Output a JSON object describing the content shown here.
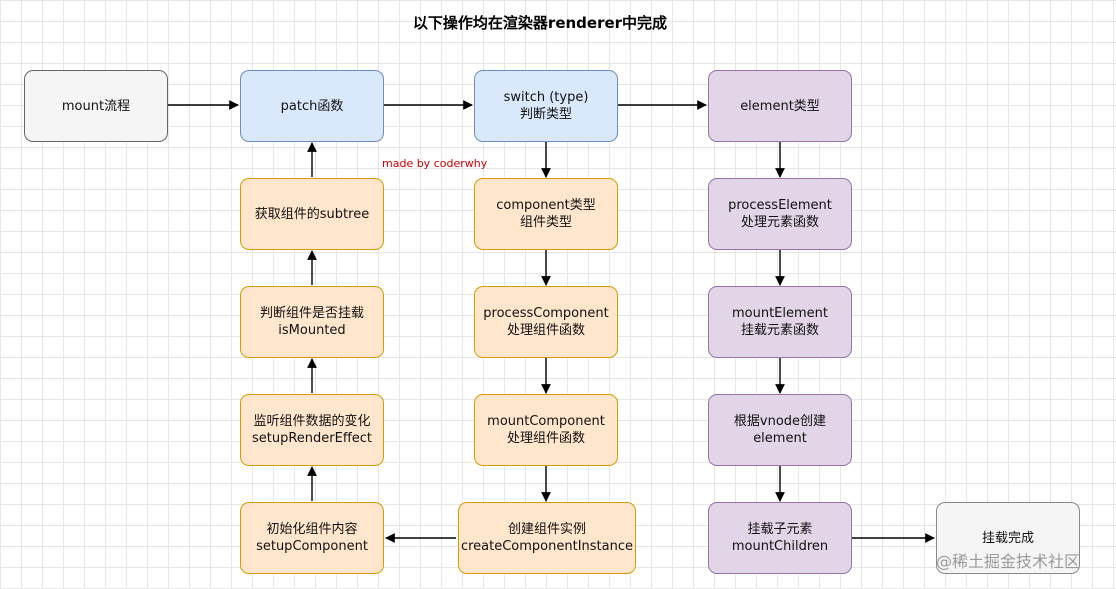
{
  "title": "以下操作均在渲染器renderer中完成",
  "credit": "made by coderwhy",
  "watermark": "@稀土掘金技术社区",
  "nodes": {
    "mount_flow": {
      "line1": "mount流程",
      "line2": ""
    },
    "patch": {
      "line1": "patch函数",
      "line2": ""
    },
    "switch_type": {
      "line1": "switch (type)",
      "line2": "判断类型"
    },
    "element_type": {
      "line1": "element类型",
      "line2": ""
    },
    "get_subtree": {
      "line1": "获取组件的subtree",
      "line2": ""
    },
    "is_mounted": {
      "line1": "判断组件是否挂载",
      "line2": "isMounted"
    },
    "setup_render_effect": {
      "line1": "监听组件数据的变化",
      "line2": "setupRenderEffect"
    },
    "setup_component": {
      "line1": "初始化组件内容",
      "line2": "setupComponent"
    },
    "component_type": {
      "line1": "component类型",
      "line2": "组件类型"
    },
    "process_component": {
      "line1": "processComponent",
      "line2": "处理组件函数"
    },
    "mount_component": {
      "line1": "mountComponent",
      "line2": "处理组件函数"
    },
    "create_instance": {
      "line1": "创建组件实例",
      "line2": "createComponentInstance"
    },
    "process_element": {
      "line1": "processElement",
      "line2": "处理元素函数"
    },
    "mount_element": {
      "line1": "mountElement",
      "line2": "挂载元素函数"
    },
    "create_element": {
      "line1": "根据vnode创建",
      "line2": "element"
    },
    "mount_children": {
      "line1": "挂载子元素",
      "line2": "mountChildren"
    },
    "mount_done": {
      "line1": "挂载完成",
      "line2": ""
    }
  },
  "colors": {
    "gray_fill": "#f5f5f5",
    "blue_fill": "#dae8fc",
    "orange_fill": "#ffe6cc",
    "purple_fill": "#e1d5e7",
    "credit": "#d00000"
  }
}
